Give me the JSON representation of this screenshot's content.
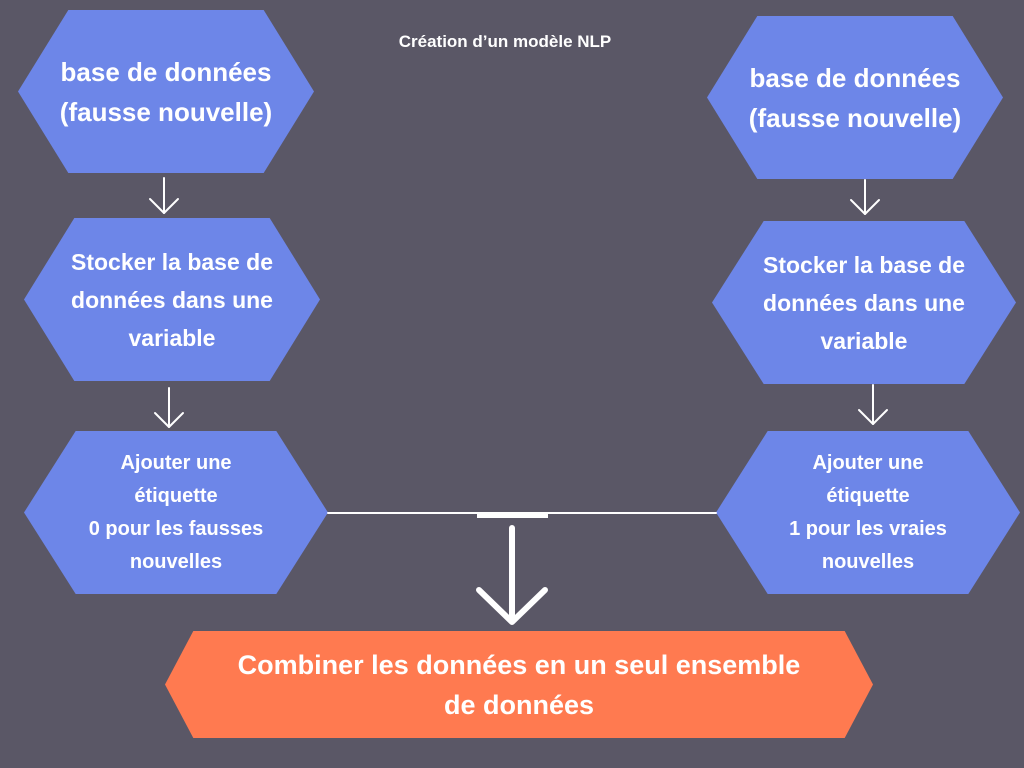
{
  "title": "Création d’un modèle  NLP",
  "left_column": {
    "database": "base de données\n(fausse nouvelle)",
    "store": "Stocker la base de\ndonnées dans une\nvariable",
    "label": "Ajouter une\nétiquette\n0 pour les fausses\nnouvelles"
  },
  "right_column": {
    "database": "base de données\n(fausse nouvelle)",
    "store": "Stocker la base de\ndonnées dans une\nvariable",
    "label": "Ajouter une\nétiquette\n1 pour les vraies\nnouvelles"
  },
  "result": "Combiner les données en un seul ensemble\nde données",
  "colors": {
    "background": "#5a5766",
    "step_fill": "#6d86e8",
    "result_fill": "#ff7a50",
    "text": "#ffffff"
  }
}
